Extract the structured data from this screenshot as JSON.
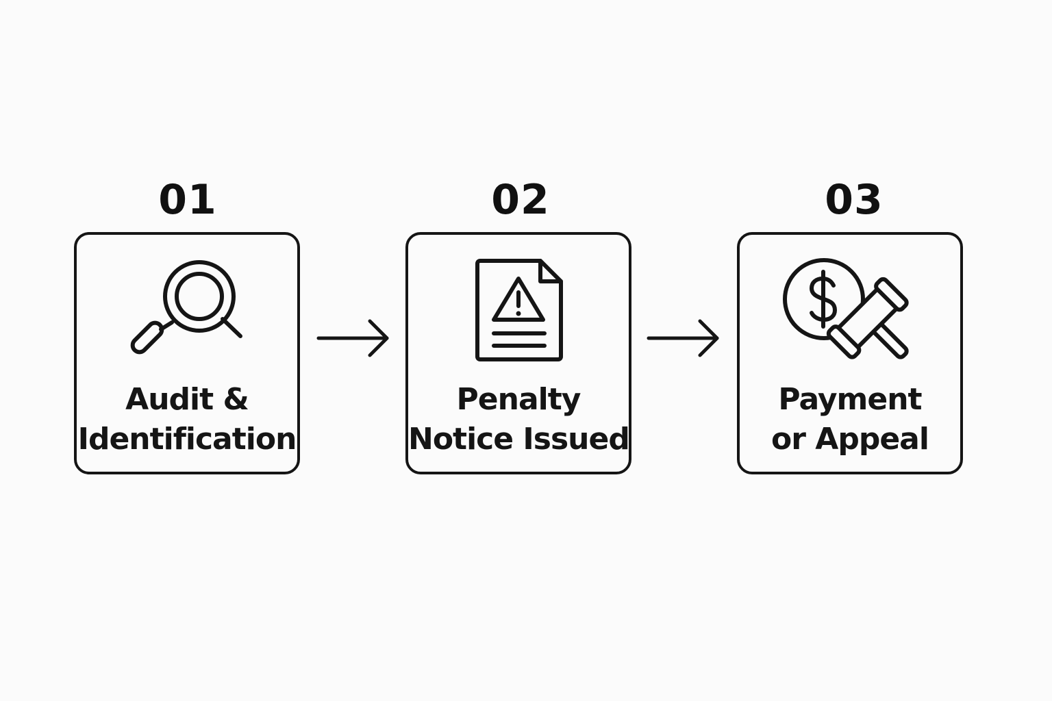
{
  "steps": [
    {
      "number": "01",
      "label_lines": [
        "Audit &",
        "Identification"
      ],
      "icon": "magnifying-glass-icon"
    },
    {
      "number": "02",
      "label_lines": [
        "Penalty",
        "Notice Issued"
      ],
      "icon": "warning-document-icon"
    },
    {
      "number": "03",
      "label_lines": [
        "Payment",
        "or Appeal"
      ],
      "icon": "dollar-gavel-icon"
    }
  ],
  "connectors": [
    "arrow-right-icon",
    "arrow-right-icon"
  ],
  "colors": {
    "background": "#fbfbfb",
    "stroke": "#151515"
  }
}
